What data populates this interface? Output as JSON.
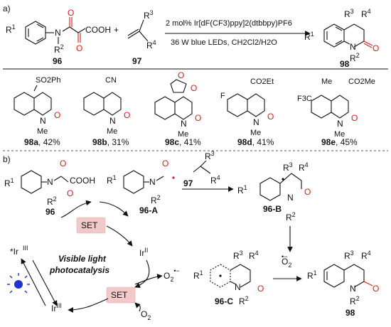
{
  "panel_a": {
    "label": "a)",
    "reactant1": {
      "number": "96",
      "r1": "R",
      "r1_sup": "1",
      "n_sub": "R",
      "n_sub_sup": "2",
      "n_atom": "N",
      "o_top": "O",
      "o_bottom": "O",
      "acid": "COOH"
    },
    "plus": "+",
    "reactant2": {
      "number": "97",
      "r3": "R",
      "r3_sup": "3",
      "r4": "R",
      "r4_sup": "4"
    },
    "conditions_top": "2 mol% Ir[dF(CF3)ppy]2(dtbbpy)PF6",
    "conditions_bottom": "36 W blue LEDs, CH2Cl2/H2O",
    "product": {
      "number": "98",
      "r1": "R",
      "r1_sup": "1",
      "r2": "R",
      "r2_sup": "2",
      "r3": "R",
      "r3_sup": "3",
      "r4": "R",
      "r4_sup": "4",
      "o": "O",
      "n": "N"
    }
  },
  "products": [
    {
      "id": "98a",
      "yield": ", 42%",
      "substituent": "SO2Ph",
      "n_sub": "Me"
    },
    {
      "id": "98b",
      "yield": ", 31%",
      "substituent": "CN",
      "n_sub": "Me"
    },
    {
      "id": "98c",
      "yield": ", 41%",
      "substituent": "O",
      "n_sub": "Me"
    },
    {
      "id": "98d",
      "yield": ", 41%",
      "substituent": "CO2Et",
      "ring_sub": "F",
      "n_sub": "Me"
    },
    {
      "id": "98e",
      "yield": ", 45%",
      "substituent": "CO2Me",
      "ring_sub": "F3C",
      "n_sub": "Me"
    }
  ],
  "panel_b": {
    "label": "b)",
    "int96": "96",
    "int96A": "96-A",
    "int96B": "96-B",
    "int96C": "96-C",
    "prod98": "98",
    "alkene": "97",
    "set1": "SET",
    "set2": "SET",
    "ir_excited": "*Ir",
    "ir_excited_sup": "III",
    "ir_ii": "Ir",
    "ir_ii_sup": "II",
    "ir_iii": "Ir",
    "ir_iii_sup": "III",
    "o2": "O",
    "o2_sub": "2",
    "o2_radical": "O",
    "o2_radical_sub": "2",
    "o2_radical_sup": "•−",
    "caption_line1": "Visible light",
    "caption_line2": "photocatalysis"
  },
  "colors": {
    "accent_red": "#d21e1e",
    "set_fill": "#f2c9c9",
    "lamp_blue": "#2233cc"
  }
}
